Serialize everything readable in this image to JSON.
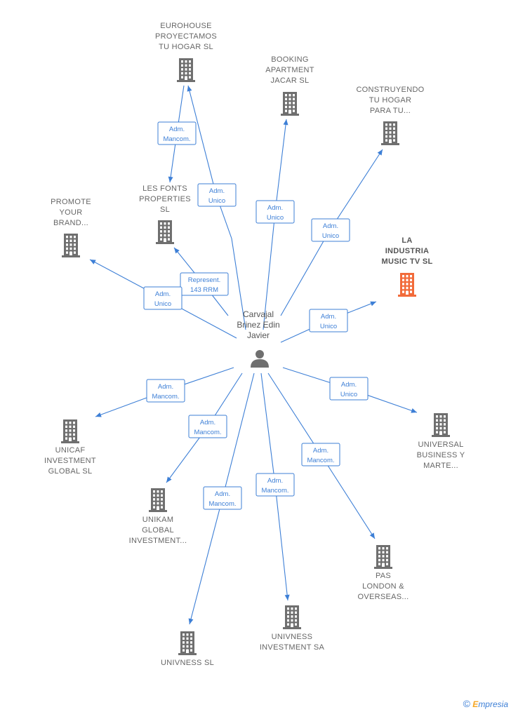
{
  "person": {
    "name_lines": [
      "Carvajal",
      "Brinez Edin",
      "Javier"
    ]
  },
  "companies": [
    {
      "id": "eurohouse",
      "name_lines": [
        "EUROHOUSE",
        "PROYECTAMOS",
        "TU HOGAR  SL"
      ],
      "highlight": false
    },
    {
      "id": "booking",
      "name_lines": [
        "BOOKING",
        "APARTMENT",
        "JACAR  SL"
      ],
      "highlight": false
    },
    {
      "id": "construyendo",
      "name_lines": [
        "CONSTRUYENDO",
        "TU HOGAR",
        "PARA TU..."
      ],
      "highlight": false
    },
    {
      "id": "lesfonts",
      "name_lines": [
        "LES FONTS",
        "PROPERTIES",
        "SL"
      ],
      "highlight": false
    },
    {
      "id": "promote",
      "name_lines": [
        "PROMOTE",
        "YOUR",
        "BRAND..."
      ],
      "highlight": false
    },
    {
      "id": "laindustria",
      "name_lines": [
        "LA",
        "INDUSTRIA",
        "MUSIC TV  SL"
      ],
      "highlight": true
    },
    {
      "id": "unicaf",
      "name_lines": [
        "UNICAF",
        "INVESTMENT",
        "GLOBAL  SL"
      ],
      "highlight": false
    },
    {
      "id": "universal",
      "name_lines": [
        "UNIVERSAL",
        "BUSINESS Y",
        "MARTE..."
      ],
      "highlight": false
    },
    {
      "id": "unikam",
      "name_lines": [
        "UNIKAM",
        "GLOBAL",
        "INVESTMENT..."
      ],
      "highlight": false
    },
    {
      "id": "pas",
      "name_lines": [
        "PAS",
        "LONDON &",
        "OVERSEAS..."
      ],
      "highlight": false
    },
    {
      "id": "univnessinv",
      "name_lines": [
        "UNIVNESS",
        "INVESTMENT SA"
      ],
      "highlight": false
    },
    {
      "id": "univnesssl",
      "name_lines": [
        "UNIVNESS  SL"
      ],
      "highlight": false
    }
  ],
  "roles": [
    {
      "id": "r-eurohouse-lesfonts",
      "lines": [
        "Adm.",
        "Mancom."
      ]
    },
    {
      "id": "r-eurohouse",
      "lines": [
        "Adm.",
        "Unico"
      ]
    },
    {
      "id": "r-booking",
      "lines": [
        "Adm.",
        "Unico"
      ]
    },
    {
      "id": "r-construyendo",
      "lines": [
        "Adm.",
        "Unico"
      ]
    },
    {
      "id": "r-lesfonts",
      "lines": [
        "Represent.",
        "143 RRM"
      ]
    },
    {
      "id": "r-promote",
      "lines": [
        "Adm.",
        "Unico"
      ]
    },
    {
      "id": "r-laindustria",
      "lines": [
        "Adm.",
        "Unico"
      ]
    },
    {
      "id": "r-unicaf",
      "lines": [
        "Adm.",
        "Mancom."
      ]
    },
    {
      "id": "r-universal",
      "lines": [
        "Adm.",
        "Unico"
      ]
    },
    {
      "id": "r-unikam",
      "lines": [
        "Adm.",
        "Mancom."
      ]
    },
    {
      "id": "r-pas",
      "lines": [
        "Adm.",
        "Mancom."
      ]
    },
    {
      "id": "r-univnesssl",
      "lines": [
        "Adm.",
        "Mancom."
      ]
    },
    {
      "id": "r-univnessinv",
      "lines": [
        "Adm.",
        "Mancom."
      ]
    }
  ],
  "brand": {
    "copyright": "©",
    "logo_first": "E",
    "logo_rest": "mpresia"
  },
  "colors": {
    "edge": "#3d7fd6",
    "building": "#6f6f6f",
    "highlight": "#f26b3a",
    "label": "#666666"
  }
}
